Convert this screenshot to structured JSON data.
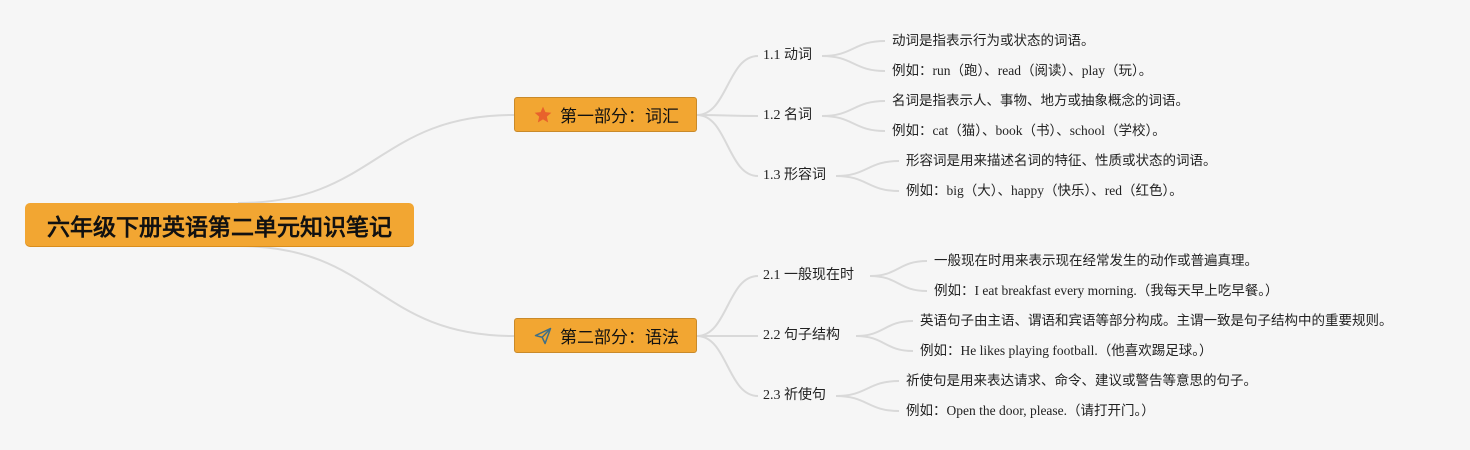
{
  "mindmap": {
    "root": {
      "label": "六年级下册英语第二单元知识笔记"
    },
    "branches": [
      {
        "label": "第一部分：词汇",
        "icon": "star-icon",
        "icon_color": "#e8622c",
        "children": [
          {
            "label": "1.1 动词",
            "leaves": [
              "动词是指表示行为或状态的词语。",
              "例如：run（跑）、read（阅读）、play（玩）。"
            ]
          },
          {
            "label": "1.2 名词",
            "leaves": [
              "名词是指表示人、事物、地方或抽象概念的词语。",
              "例如：cat（猫）、book（书）、school（学校）。"
            ]
          },
          {
            "label": "1.3 形容词",
            "leaves": [
              "形容词是用来描述名词的特征、性质或状态的词语。",
              "例如：big（大）、happy（快乐）、red（红色）。"
            ]
          }
        ]
      },
      {
        "label": "第二部分：语法",
        "icon": "paper-plane-icon",
        "icon_color": "#3f6f86",
        "children": [
          {
            "label": "2.1 一般现在时",
            "leaves": [
              "一般现在时用来表示现在经常发生的动作或普遍真理。",
              "例如：I eat breakfast every morning.（我每天早上吃早餐。）"
            ]
          },
          {
            "label": "2.2 句子结构",
            "leaves": [
              "英语句子由主语、谓语和宾语等部分构成。主谓一致是句子结构中的重要规则。",
              "例如：He likes playing football.（他喜欢踢足球。）"
            ]
          },
          {
            "label": "2.3 祈使句",
            "leaves": [
              "祈使句是用来表达请求、命令、建议或警告等意思的句子。",
              "例如：Open the door, please.（请打开门。）"
            ]
          }
        ]
      }
    ],
    "colors": {
      "node_fill": "#f2a632",
      "connector": "#d9d9d9",
      "background": "#f6f6f6"
    }
  }
}
